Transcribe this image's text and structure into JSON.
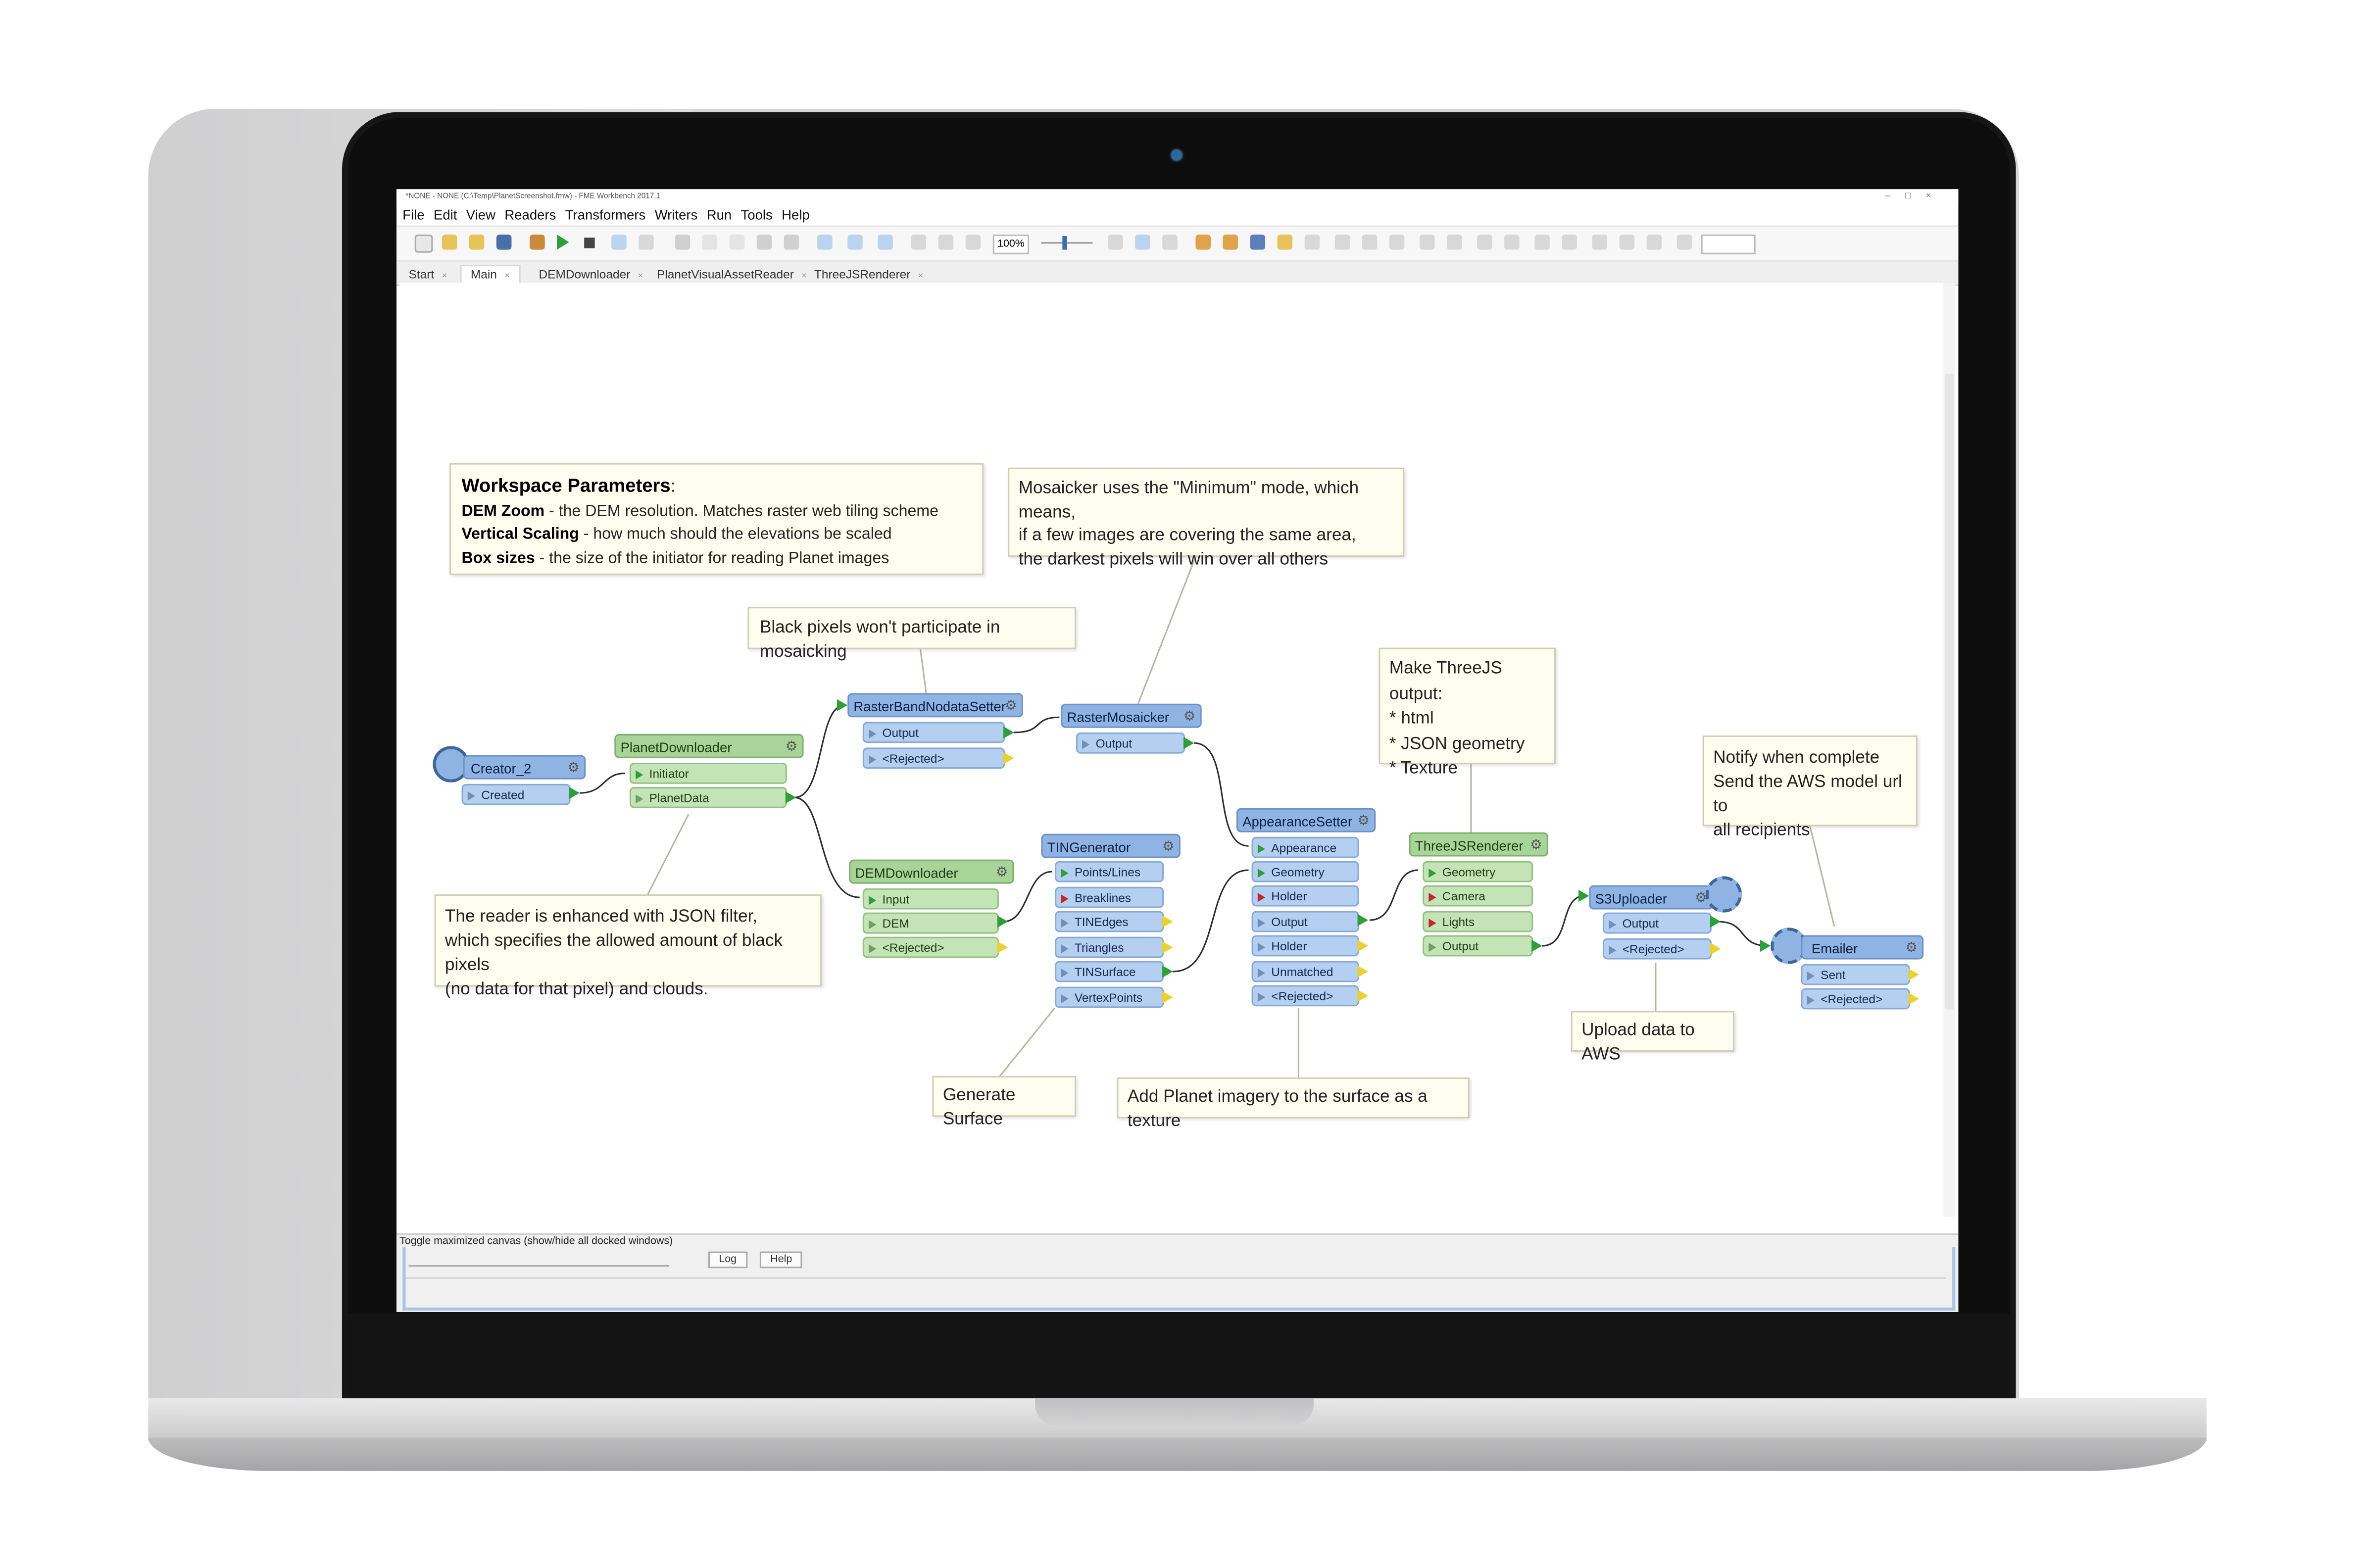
{
  "window": {
    "title": "*NONE - NONE (C:\\Temp\\PlanetScreenshot.fmw) - FME Workbench 2017.1",
    "controls": [
      "–",
      "□",
      "×"
    ]
  },
  "menu": [
    "File",
    "Edit",
    "View",
    "Readers",
    "Transformers",
    "Writers",
    "Run",
    "Tools",
    "Help"
  ],
  "toolbar": {
    "zoom": "100%"
  },
  "tabs": [
    {
      "label": "Start",
      "close": "×"
    },
    {
      "label": "Main",
      "close": "×"
    },
    {
      "label": "DEMDownloader",
      "close": "×"
    },
    {
      "label": "PlanetVisualAssetReader",
      "close": "×"
    },
    {
      "label": "ThreeJSRenderer",
      "close": "×"
    }
  ],
  "nodes": {
    "creator": {
      "name": "Creator_2",
      "ports": [
        "Created"
      ]
    },
    "planet": {
      "name": "PlanetDownloader",
      "ports": [
        "Initiator",
        "PlanetData"
      ]
    },
    "nodata": {
      "name": "RasterBandNodataSetter",
      "ports": [
        "Output",
        "<Rejected>"
      ]
    },
    "mosaicker": {
      "name": "RasterMosaicker",
      "ports": [
        "Output"
      ]
    },
    "dem": {
      "name": "DEMDownloader",
      "ports": [
        "Input",
        "DEM",
        "<Rejected>"
      ]
    },
    "tin": {
      "name": "TINGenerator",
      "ports": [
        "Points/Lines",
        "Breaklines",
        "TINEdges",
        "Triangles",
        "TINSurface",
        "VertexPoints"
      ]
    },
    "appearance": {
      "name": "AppearanceSetter",
      "ports": [
        "Appearance",
        "Geometry",
        "Holder",
        "Output",
        "Holder",
        "Unmatched",
        "<Rejected>"
      ]
    },
    "three": {
      "name": "ThreeJSRenderer",
      "ports": [
        "Geometry",
        "Camera",
        "Lights",
        "Output"
      ]
    },
    "s3": {
      "name": "S3Uploader",
      "ports": [
        "Output",
        "<Rejected>"
      ]
    },
    "emailer": {
      "name": "Emailer",
      "ports": [
        "Sent",
        "<Rejected>"
      ]
    }
  },
  "annotations": {
    "params": {
      "title": "Workspace Parameters",
      "title_suffix": ":",
      "lines": [
        {
          "key": "DEM Zoom",
          "text": " - the DEM resolution. Matches raster web tiling scheme"
        },
        {
          "key": "Vertical Scaling",
          "text": " - how much should the elevations be scaled"
        },
        {
          "key": "Box sizes",
          "text": " - the size of the initiator for reading Planet images"
        }
      ]
    },
    "mosaic_mode": [
      "Mosaicker uses the \"Minimum\" mode, which means,",
      "if a few images are covering the same area,",
      "the darkest pixels will win over all others"
    ],
    "black_pixels": "Black pixels won't participate in mosaicking",
    "threejs": [
      "Make ThreeJS output:",
      "* html",
      "* JSON geometry",
      "* Texture"
    ],
    "notify": [
      "Notify when complete",
      "Send the AWS model url to",
      "all recipients"
    ],
    "reader": [
      "The reader is enhanced with JSON filter,",
      "which specifies the allowed amount of black pixels",
      "(no data for that pixel) and clouds."
    ],
    "surface": "Generate Surface",
    "texture": "Add Planet imagery to the surface as a texture",
    "upload": "Upload data to AWS"
  },
  "bottom": {
    "status": "Toggle maximized canvas (show/hide all docked windows)",
    "buttons": [
      "Log",
      "Help"
    ]
  },
  "colors": {
    "transformer": "#8fb4e3",
    "custom_transformer": "#a8d49a",
    "annotation": "#fefef0",
    "link": "#2b2b2b"
  }
}
